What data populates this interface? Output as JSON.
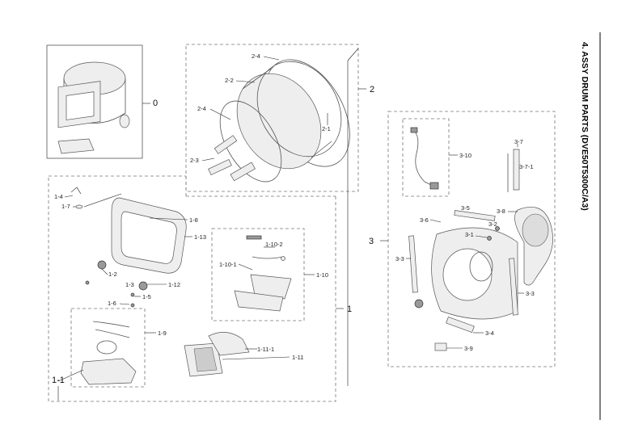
{
  "title": "4. ASSY DRUM PARTS (DVE50T5300C/A3)",
  "callouts": {
    "c0": "0",
    "c1": "1",
    "c1_1": "1-1",
    "c1_2": "1-2",
    "c1_3": "1-3",
    "c1_4": "1-4",
    "c1_5": "1-5",
    "c1_6": "1-6",
    "c1_7": "1-7",
    "c1_8": "1-8",
    "c1_9": "1-9",
    "c1_10": "1-10",
    "c1_10_1": "1-10-1",
    "c1_10_2": "1-10-2",
    "c1_11": "1-11",
    "c1_11_1": "1-11-1",
    "c1_12": "1-12",
    "c1_13": "1-13",
    "c2": "2",
    "c2_1": "2-1",
    "c2_2": "2-2",
    "c2_3": "2-3",
    "c2_4a": "2-4",
    "c2_4b": "2-4",
    "c3": "3",
    "c3_1": "3-1",
    "c3_2": "3-2",
    "c3_3a": "3-3",
    "c3_3b": "3-3",
    "c3_4": "3-4",
    "c3_5": "3-5",
    "c3_6": "3-6",
    "c3_7": "3-7",
    "c3_7_1": "3-7-1",
    "c3_8": "3-8",
    "c3_9": "3-9",
    "c3_10": "3-10"
  }
}
